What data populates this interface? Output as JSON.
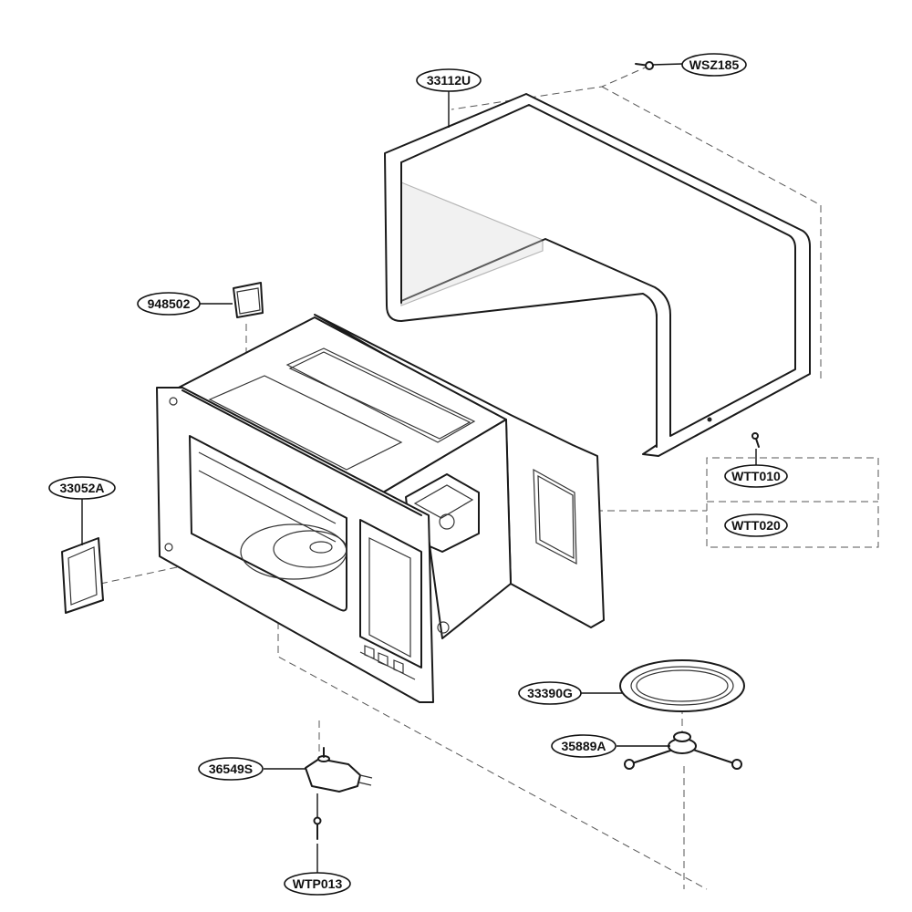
{
  "parts": [
    {
      "id": "WSZ185"
    },
    {
      "id": "33112U"
    },
    {
      "id": "948502"
    },
    {
      "id": "33052A"
    },
    {
      "id": "WTT010"
    },
    {
      "id": "WTT020"
    },
    {
      "id": "33390G"
    },
    {
      "id": "35889A"
    },
    {
      "id": "36549S"
    },
    {
      "id": "WTP013"
    }
  ]
}
